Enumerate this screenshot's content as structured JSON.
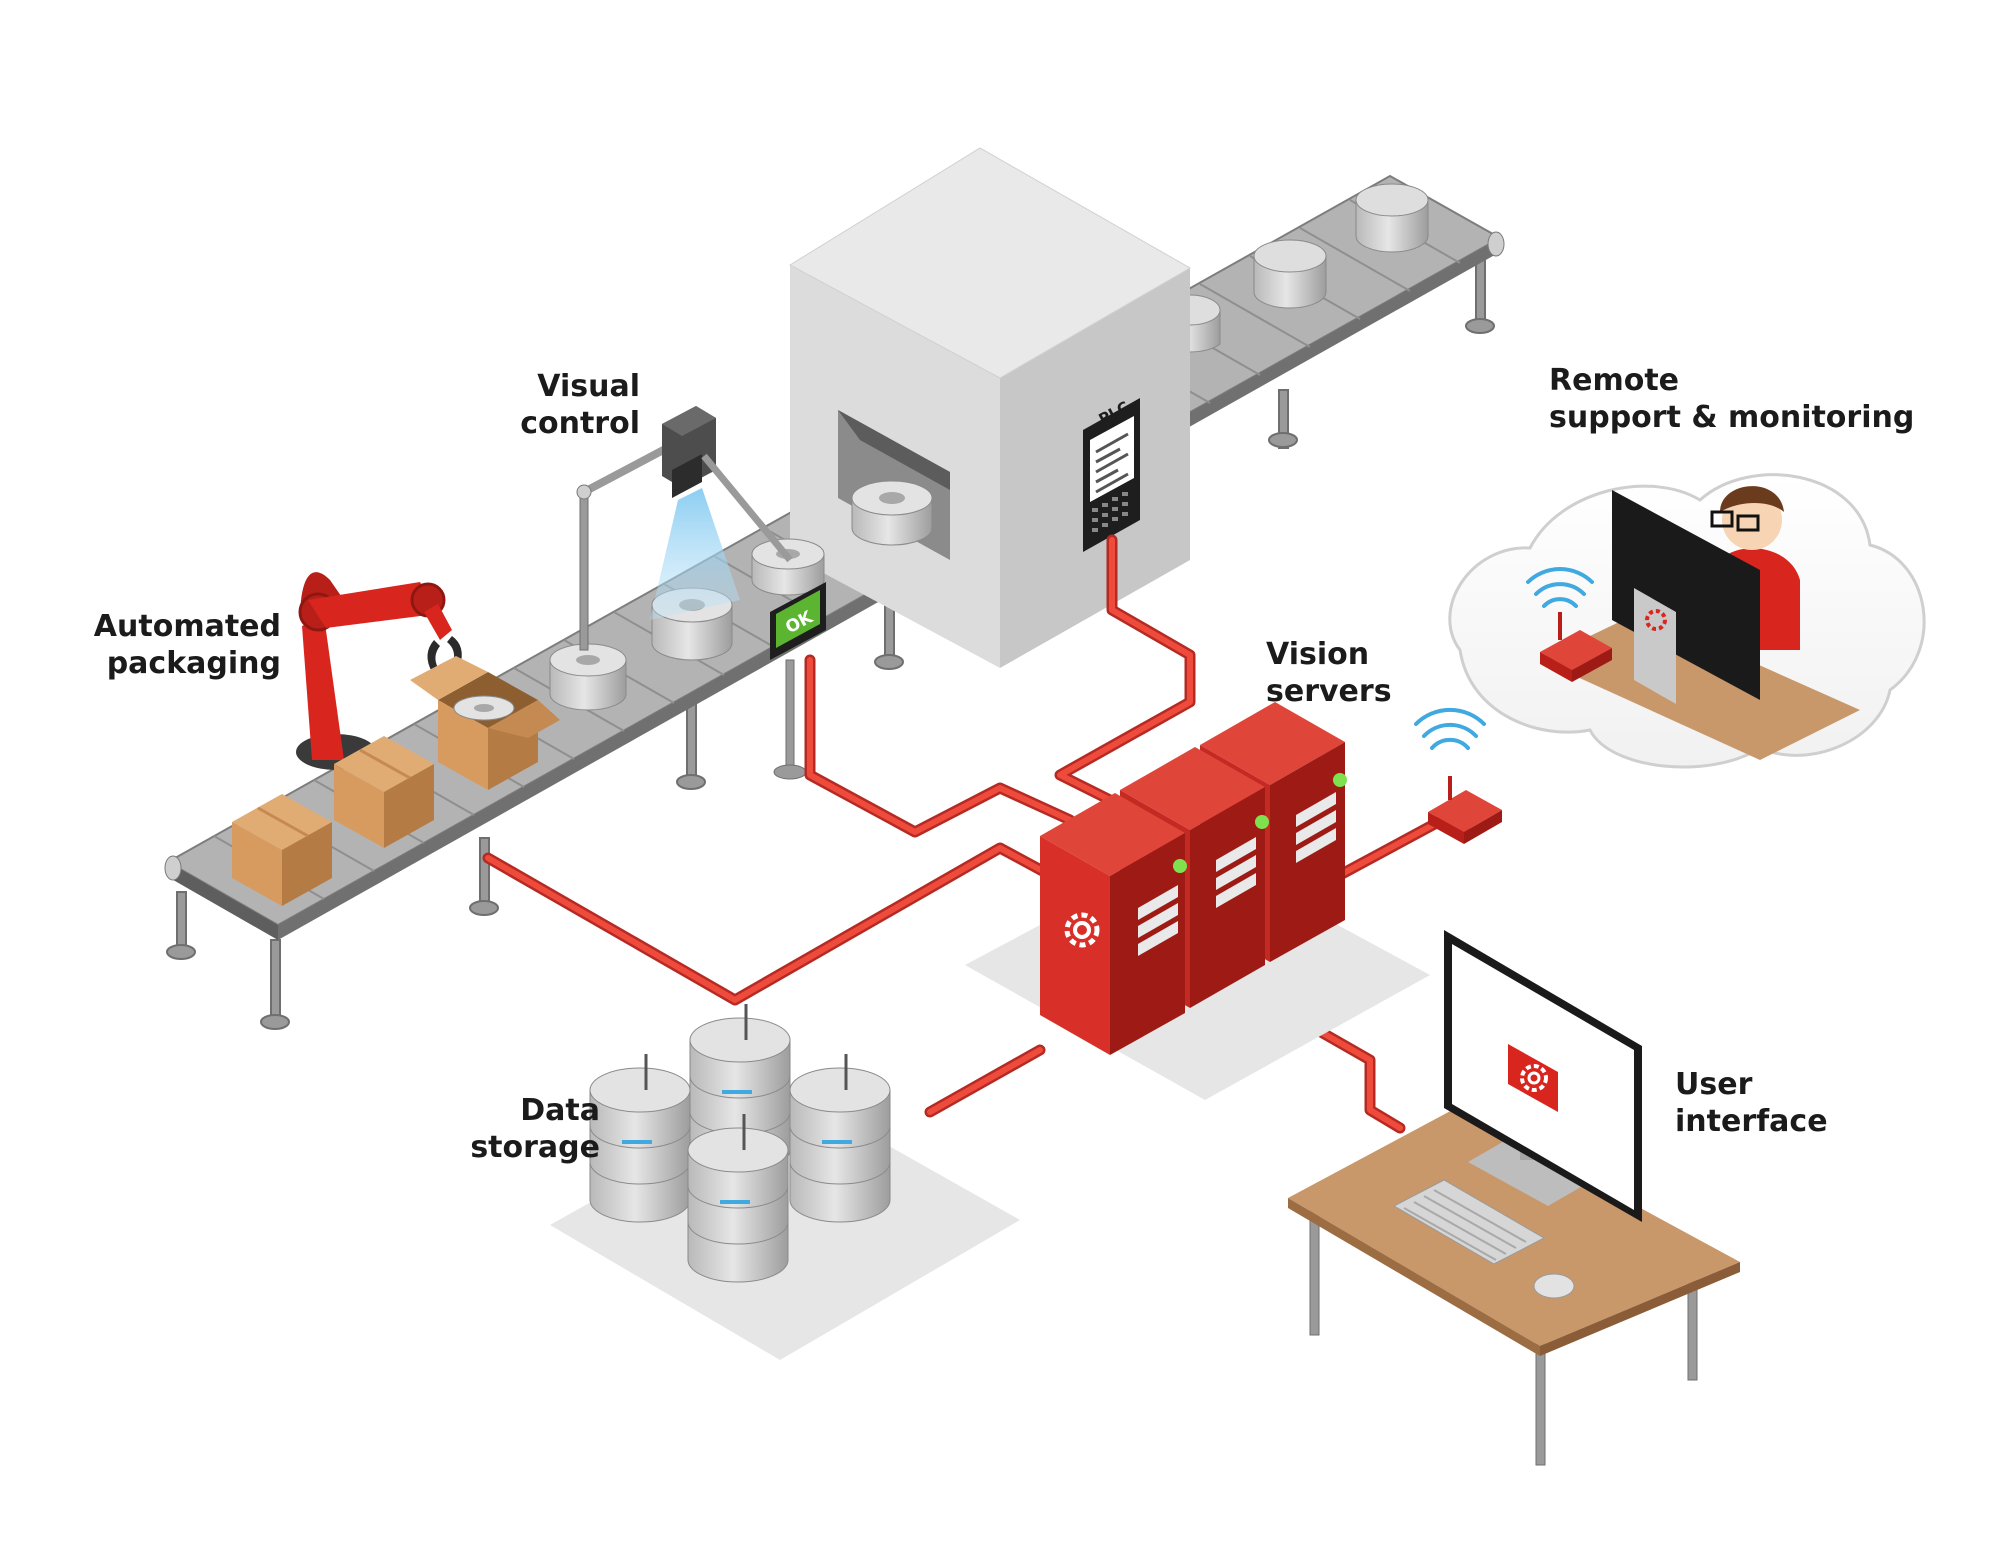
{
  "labels": {
    "automated_packaging": [
      "Automated",
      "packaging"
    ],
    "visual_control": [
      "Visual",
      "control"
    ],
    "remote_support": [
      "Remote",
      "support & monitoring"
    ],
    "vision_servers": [
      "Vision",
      "servers"
    ],
    "data_storage": [
      "Data",
      "storage"
    ],
    "user_interface": [
      "User",
      "interface"
    ]
  },
  "screen_text": {
    "plc": "PLC",
    "ok": "OK"
  },
  "colors": {
    "accent_red": "#d8261f",
    "cable_red": "#e03a2f",
    "conveyor_gray": "#8e8e8e",
    "box_brown": "#c98e55",
    "desk_brown": "#c8976a",
    "ok_green": "#5cb531",
    "wifi_blue": "#3fa9e0",
    "led_green": "#7ee24f"
  },
  "icons": [
    "gear-logo-icon",
    "wifi-icon",
    "robot-arm",
    "camera-icon",
    "plc-panel",
    "server-rack",
    "database-cylinder",
    "monitor",
    "keyboard",
    "mouse",
    "router"
  ]
}
